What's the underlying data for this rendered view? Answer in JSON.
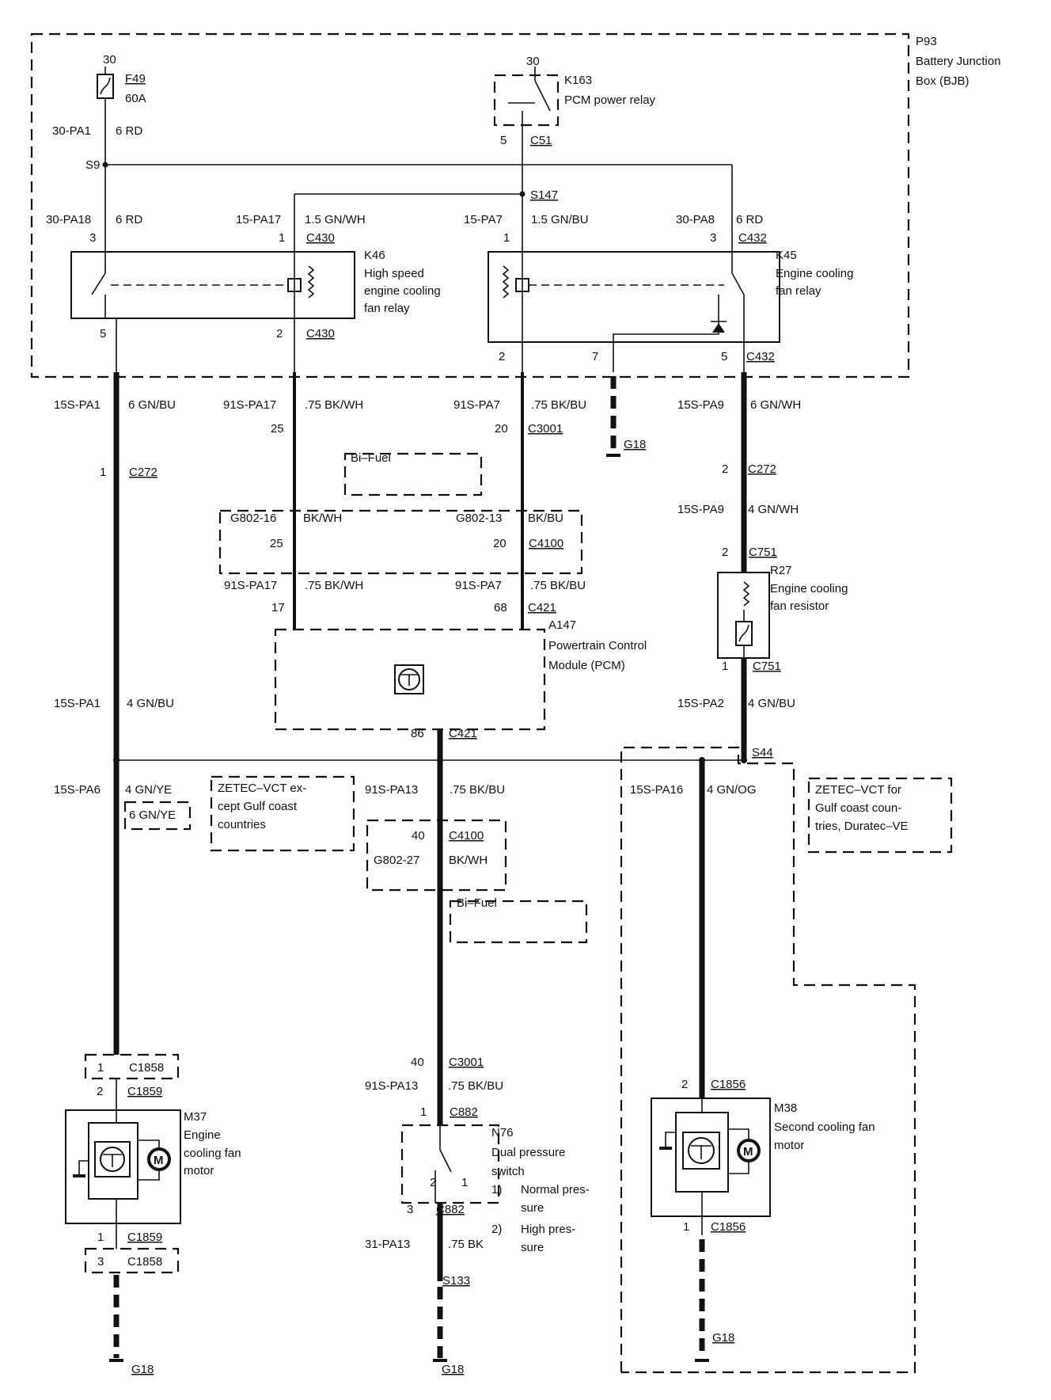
{
  "bjb": {
    "id": "P93",
    "line1": "Battery Junction",
    "line2": "Box (BJB)"
  },
  "f49": {
    "pin": "30",
    "id": "F49",
    "rating": "60A"
  },
  "k163": {
    "pin_top": "30",
    "id": "K163",
    "desc": "PCM power relay",
    "pin_bottom": "5",
    "conn": "C51"
  },
  "wire_30pa1": {
    "circuit": "30-PA1",
    "spec": "6 RD"
  },
  "s9": "S9",
  "s147": "S147",
  "k46_top": {
    "left_circuit": "30-PA18",
    "left_spec": "6 RD",
    "left_pin": "3",
    "right_circuit": "15-PA17",
    "right_spec": "1.5 GN/WH",
    "right_pin": "1",
    "conn": "C430"
  },
  "k45_top": {
    "left_circuit": "15-PA7",
    "left_spec": "1.5 GN/BU",
    "left_pin": "1",
    "right_circuit": "30-PA8",
    "right_spec": "6 RD",
    "right_pin": "3",
    "conn": "C432"
  },
  "k46": {
    "id": "K46",
    "l1": "High speed",
    "l2": "engine cooling",
    "l3": "fan relay",
    "pin_left": "5",
    "pin_right": "2",
    "conn": "C430"
  },
  "k45": {
    "id": "K45",
    "l1": "Engine cooling",
    "l2": "fan relay",
    "pin_a": "2",
    "pin_b": "7",
    "pin_c": "5",
    "conn": "C432"
  },
  "w1": {
    "circuit": "15S-PA1",
    "spec": "6 GN/BU"
  },
  "w2": {
    "circuit": "91S-PA17",
    "spec": ".75 BK/WH"
  },
  "w3": {
    "circuit": "91S-PA7",
    "spec": ".75 BK/BU"
  },
  "w4": {
    "circuit": "15S-PA9",
    "spec": "6 GN/WH"
  },
  "g18_top": "G18",
  "c3001_top": {
    "pin_a": "25",
    "pin_b": "20",
    "conn": "C3001"
  },
  "bifuel_1": "Bi–Fuel",
  "c272_left": {
    "pin": "1",
    "conn": "C272"
  },
  "c272_right": {
    "pin": "2",
    "conn": "C272"
  },
  "w5": {
    "circuit": "15S-PA9",
    "spec": "4 GN/WH"
  },
  "g802": {
    "a_circuit": "G802-16",
    "a_spec": "BK/WH",
    "b_circuit": "G802-13",
    "b_spec": "BK/BU",
    "pin_a": "25",
    "pin_b": "20",
    "conn": "C4100"
  },
  "r27": {
    "pin_top": "2",
    "conn_top": "C751",
    "id": "R27",
    "l1": "Engine cooling",
    "l2": "fan resistor",
    "pin_bottom": "1",
    "conn_bottom": "C751"
  },
  "w6": {
    "circuit": "91S-PA17",
    "spec": ".75 BK/WH",
    "pin": "17"
  },
  "w7": {
    "circuit": "91S-PA7",
    "spec": ".75 BK/BU",
    "pin": "68",
    "conn": "C421"
  },
  "pcm": {
    "id": "A147",
    "l1": "Powertrain Control",
    "l2": "Module (PCM)",
    "pin": "86",
    "conn": "C421"
  },
  "w8": {
    "circuit": "15S-PA1",
    "spec": "4 GN/BU"
  },
  "w9": {
    "circuit": "15S-PA2",
    "spec": "4 GN/BU"
  },
  "s44": "S44",
  "w10": {
    "circuit": "15S-PA6",
    "spec": "4 GN/YE",
    "alt_spec": "6 GN/YE"
  },
  "note_left": {
    "l1": "ZETEC–VCT ex-",
    "l2": "cept Gulf coast",
    "l3": "countries"
  },
  "w11": {
    "circuit": "91S-PA13",
    "spec": ".75 BK/BU"
  },
  "c4100_b": {
    "pin": "40",
    "conn": "C4100",
    "circuit": "G802-27",
    "spec": "BK/WH"
  },
  "bifuel_2": "Bi–Fuel",
  "w12": {
    "circuit": "15S-PA16",
    "spec": "4 GN/OG"
  },
  "note_right": {
    "l1": "ZETEC–VCT for",
    "l2": "Gulf coast coun-",
    "l3": "tries, Duratec–VE"
  },
  "m37": {
    "pin_a": "1",
    "conn_a": "C1858",
    "pin_b": "2",
    "conn_b": "C1859",
    "id": "M37",
    "l1": "Engine",
    "l2": "cooling fan",
    "l3": "motor",
    "pin_c": "1",
    "conn_c": "C1859",
    "pin_d": "3",
    "conn_d": "C1858",
    "ground": "G18"
  },
  "c3001_b": {
    "pin": "40",
    "conn": "C3001"
  },
  "w13": {
    "circuit": "91S-PA13",
    "spec": ".75 BK/BU"
  },
  "n76": {
    "pin_top": "1",
    "conn_top": "C882",
    "id": "N76",
    "l1": "Dual pressure",
    "l2": "switch",
    "n1": "1)",
    "t1a": "Normal pres-",
    "t1b": "sure",
    "n2": "2)",
    "t2a": "High pres-",
    "t2b": "sure",
    "sw2": "2",
    "sw1": "1",
    "pin_bottom": "3",
    "conn_bottom": "C882"
  },
  "w14": {
    "circuit": "31-PA13",
    "spec": ".75 BK"
  },
  "s133": "S133",
  "g18_mid": "G18",
  "m38": {
    "pin_top": "2",
    "conn_top": "C1856",
    "id": "M38",
    "l1": "Second cooling fan",
    "l2": "motor",
    "pin_bottom": "1",
    "conn_bottom": "C1856",
    "ground": "G18"
  }
}
